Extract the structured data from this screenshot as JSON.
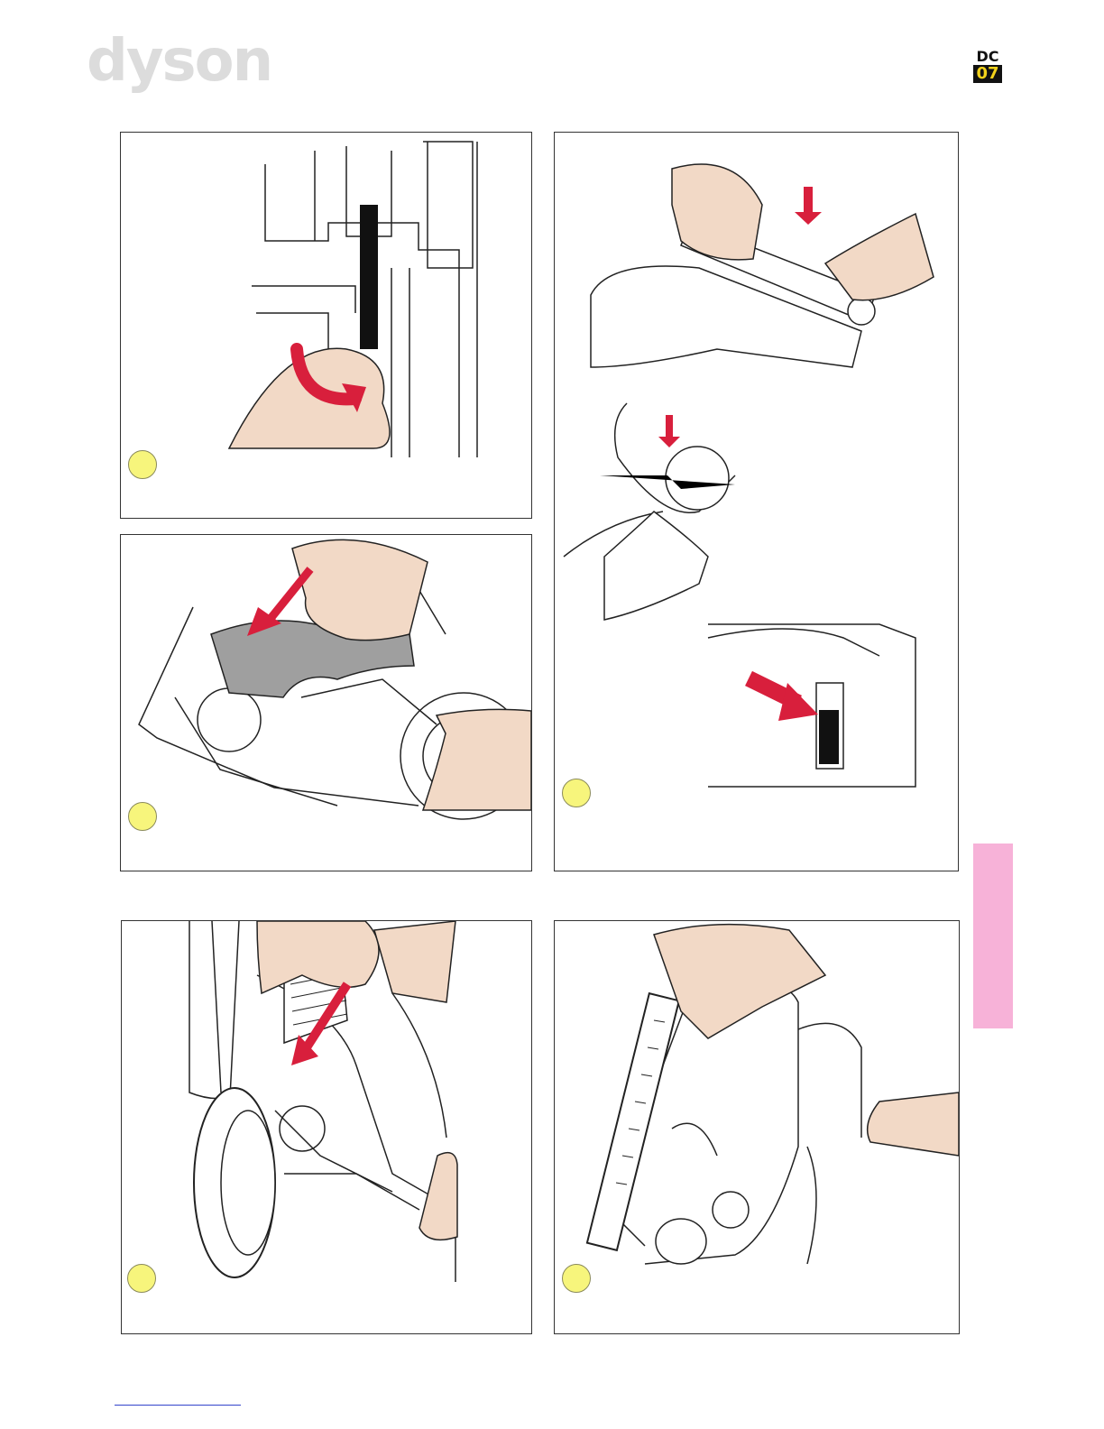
{
  "brand": {
    "logo_text": "dyson"
  },
  "model_badge": {
    "top": "DC",
    "bottom": "07",
    "colors": {
      "bg": "#111111",
      "accent": "#f2d21b"
    }
  },
  "colors": {
    "arrow": "#d81f3c",
    "step_marker": "#f7f57c",
    "side_tab": "#f7b2d8",
    "skin": "#f2d9c6"
  },
  "panels": [
    {
      "id": "belt-removal",
      "description_icon": "hand-pulling-belt-illustration"
    },
    {
      "id": "hose-removal",
      "description_icon": "hand-removing-gray-duct-illustration"
    },
    {
      "id": "brushbar-cover-removal",
      "description_icon": "brushbar-cover-clip-illustration"
    },
    {
      "id": "bellows-removal",
      "description_icon": "hand-pulling-bellows-illustration"
    },
    {
      "id": "brushbar-lift",
      "description_icon": "hand-lifting-brushbar-illustration"
    }
  ]
}
